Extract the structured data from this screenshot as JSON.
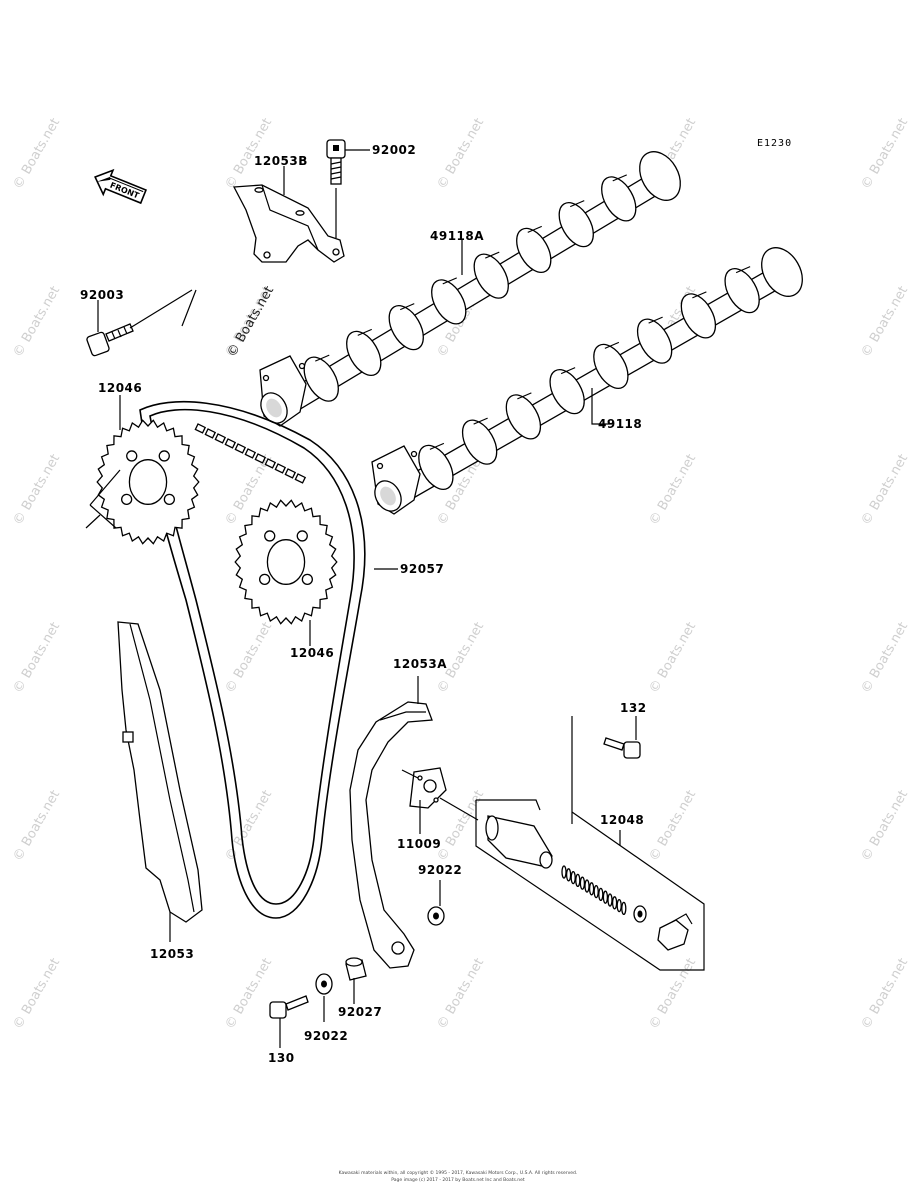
{
  "diagram": {
    "code": "E1230",
    "front_arrow": "FRONT",
    "callouts": [
      {
        "id": "92002",
        "label": "92002"
      },
      {
        "id": "12053B",
        "label": "12053B"
      },
      {
        "id": "49118A",
        "label": "49118A"
      },
      {
        "id": "92003",
        "label": "92003"
      },
      {
        "id": "12046-top",
        "label": "12046"
      },
      {
        "id": "49118",
        "label": "49118"
      },
      {
        "id": "92057",
        "label": "92057"
      },
      {
        "id": "12046-bottom",
        "label": "12046"
      },
      {
        "id": "12053A",
        "label": "12053A"
      },
      {
        "id": "132",
        "label": "132"
      },
      {
        "id": "11009",
        "label": "11009"
      },
      {
        "id": "12048",
        "label": "12048"
      },
      {
        "id": "92022-right",
        "label": "92022"
      },
      {
        "id": "12053",
        "label": "12053"
      },
      {
        "id": "92027",
        "label": "92027"
      },
      {
        "id": "92022-bottom",
        "label": "92022"
      },
      {
        "id": "130",
        "label": "130"
      }
    ],
    "watermark": "© Boats.net",
    "copyright_line1": "Kawasaki materials within, all copyright © 1995 - 2017, Kawasaki Motors Corp., U.S.A. All rights reserved.",
    "copyright_line2": "Page image (c) 2017 - 2017 by Boats.net Inc and Boats.net"
  }
}
